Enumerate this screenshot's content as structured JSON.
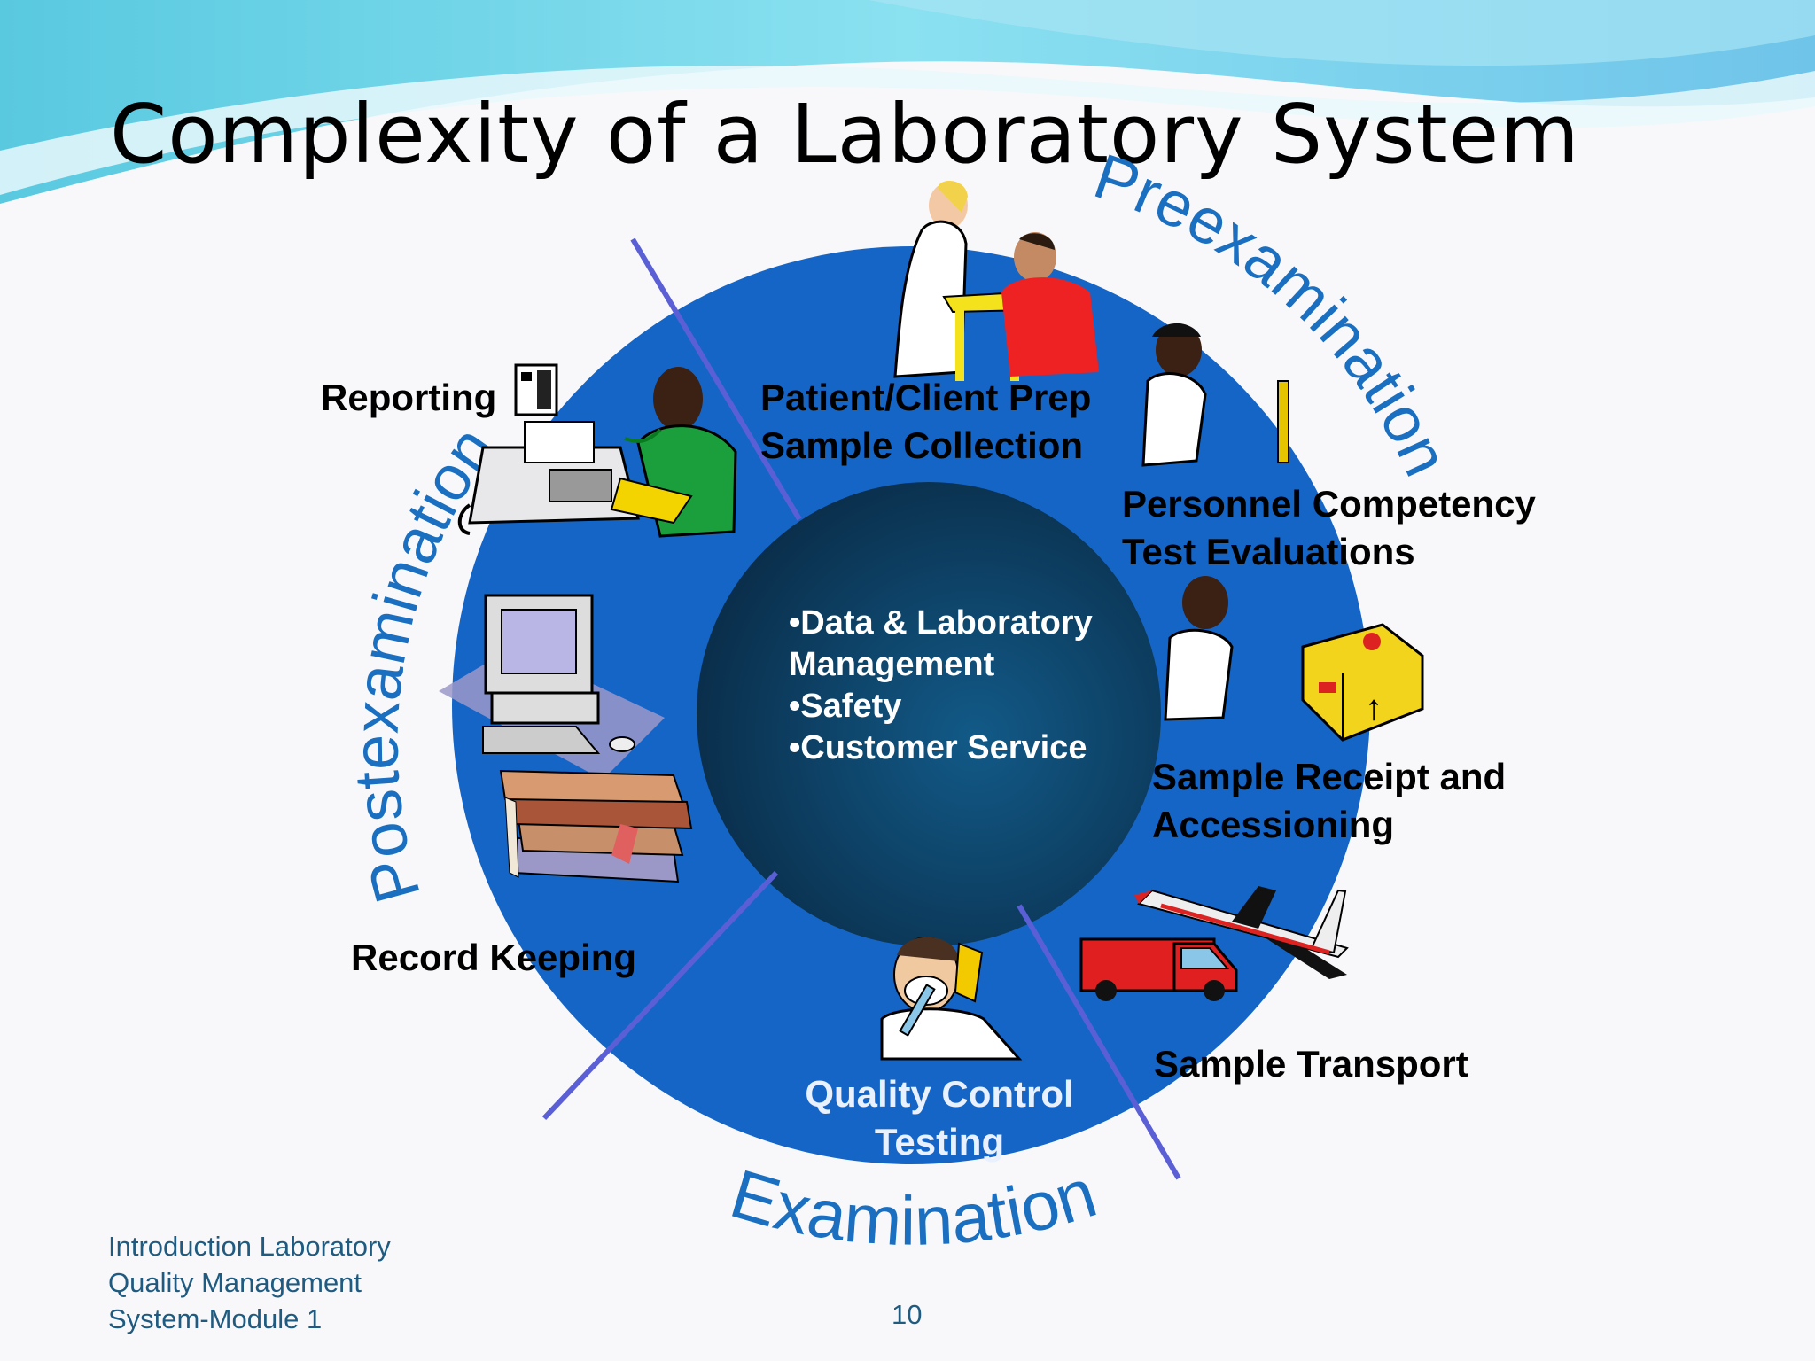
{
  "slide": {
    "title": "Complexity of a Laboratory System",
    "footer_lines": [
      "Introduction Laboratory",
      "Quality Management",
      "System-Module 1"
    ],
    "page_number": "10"
  },
  "phases": {
    "pre": "Preexamination",
    "exam": "Examination",
    "post": "Postexamination"
  },
  "labels": {
    "reporting": "Reporting",
    "patient_prep": [
      "Patient/Client Prep",
      "Sample Collection"
    ],
    "personnel": [
      "Personnel Competency",
      "Test Evaluations"
    ],
    "receipt": [
      "Sample Receipt and",
      "Accessioning"
    ],
    "transport": "Sample Transport",
    "qc": [
      "Quality Control",
      "Testing"
    ],
    "record": "Record Keeping"
  },
  "center": {
    "items": [
      "•Data & Laboratory",
      "Management",
      "•Safety",
      "•Customer Service"
    ]
  },
  "colors": {
    "ring": "#1565c7",
    "core": "#0b3f63",
    "phase_text": "#1a6fc0",
    "divider": "#5a5fd6",
    "sky": "#7fd6ea"
  },
  "icons": [
    "phone-icon",
    "fax-icon",
    "man-on-phone-icon",
    "nurse-patient-icon",
    "lab-tech-icon",
    "package-icon",
    "airplane-icon",
    "van-icon",
    "scientist-icon",
    "computer-icon",
    "books-icon"
  ]
}
